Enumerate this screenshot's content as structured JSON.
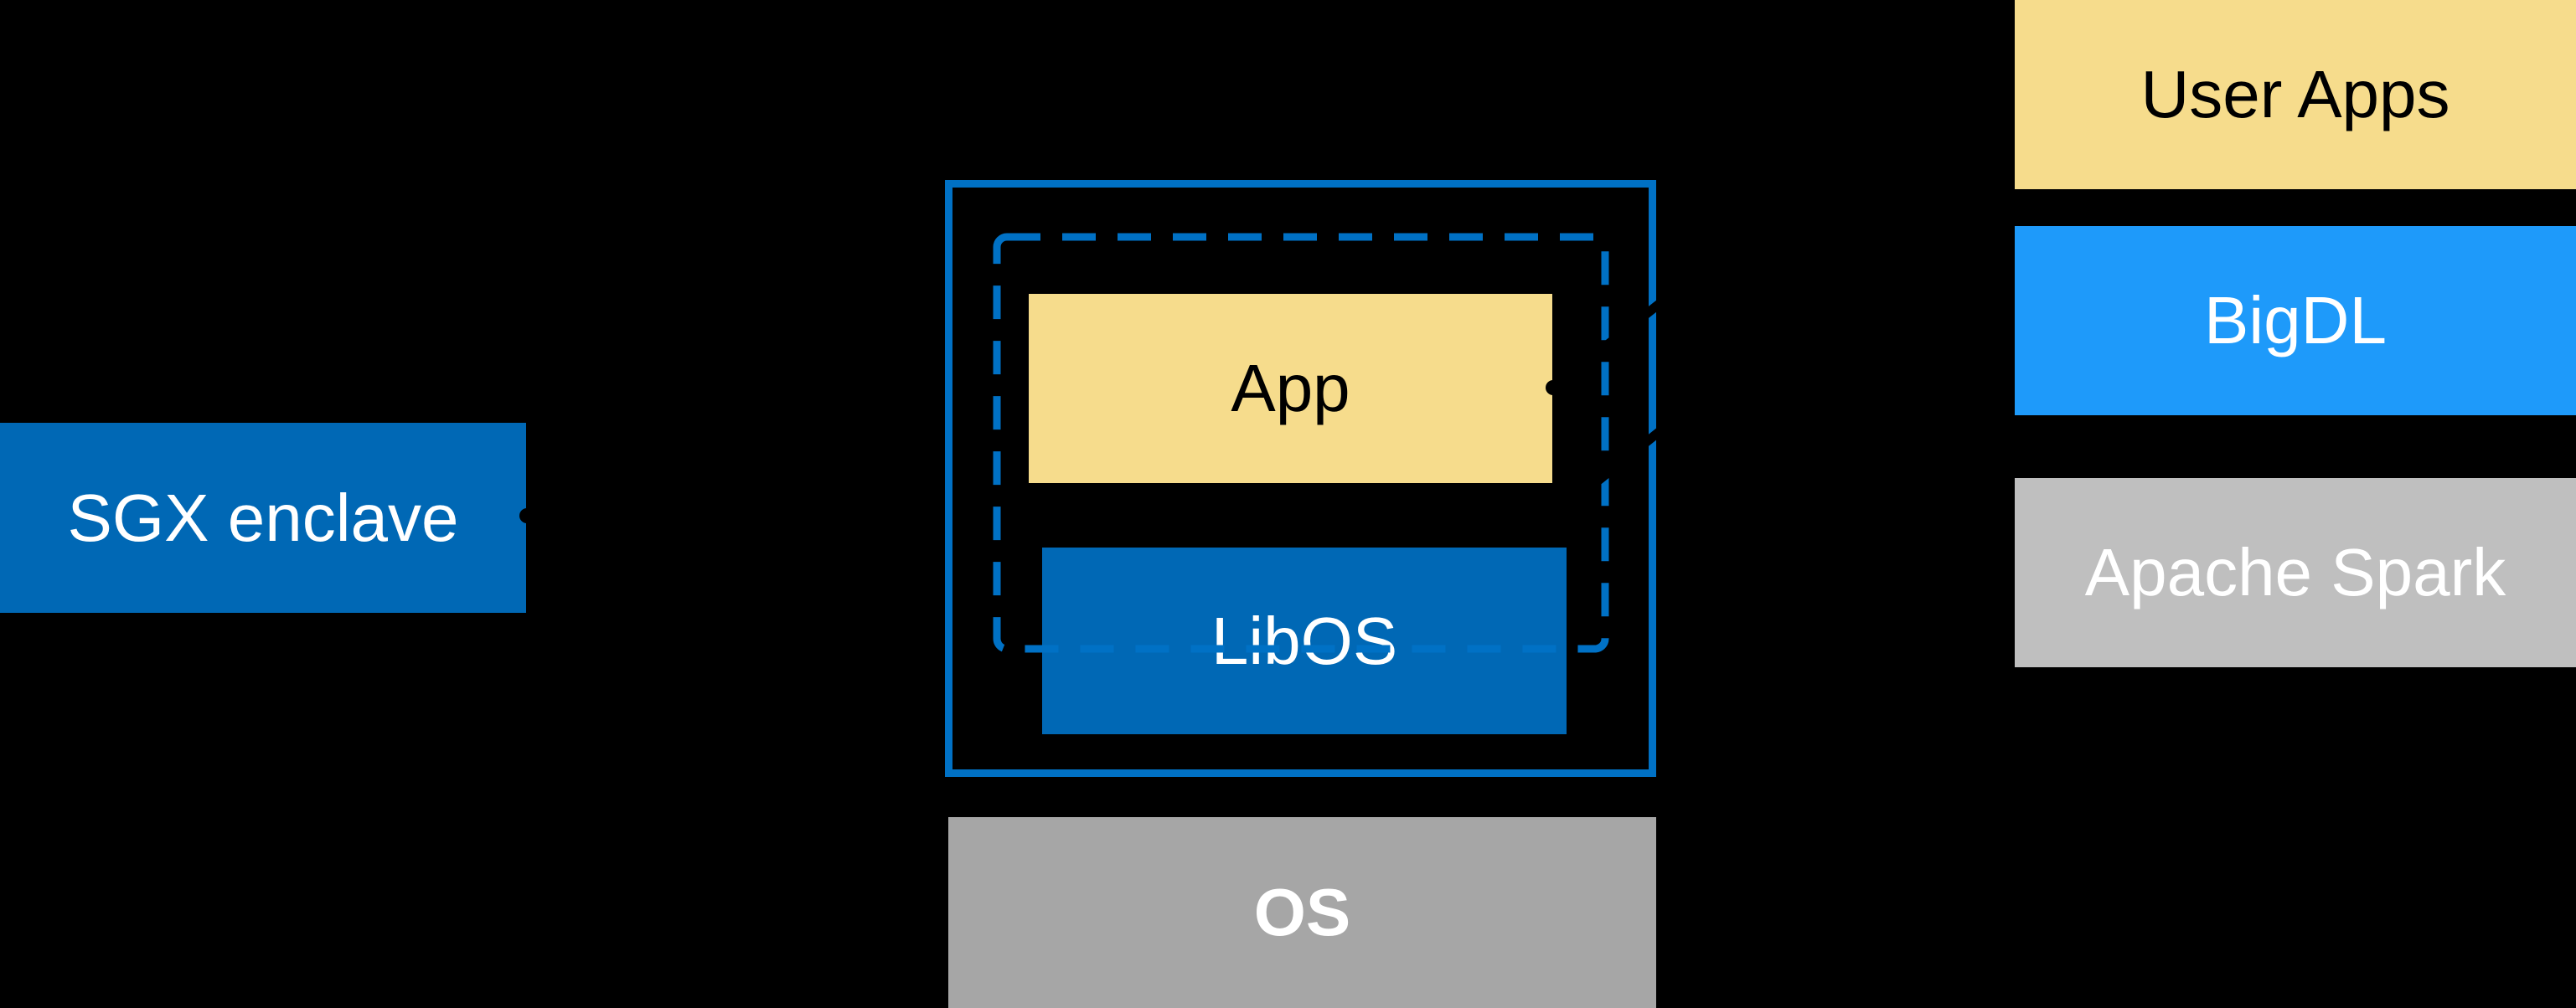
{
  "colors": {
    "background": "#000000",
    "intel_blue": "#0068B5",
    "enclave_border_blue": "#0071C5",
    "bigdl_blue": "#1E9AFA",
    "app_yellow": "#F6DC8C",
    "os_gray": "#A6A6A6",
    "spark_gray": "#BFBFBF",
    "connector_black": "#000000",
    "text_on_dark": "#FFFFFF",
    "text_on_light": "#000000"
  },
  "sgx": {
    "label": "SGX enclave"
  },
  "enclave": {
    "app_label": "App",
    "libos_label": "LibOS"
  },
  "os": {
    "label": "OS"
  },
  "stack": {
    "items": [
      {
        "label": "User Apps"
      },
      {
        "label": "BigDL"
      },
      {
        "label": "Apache Spark"
      }
    ]
  }
}
